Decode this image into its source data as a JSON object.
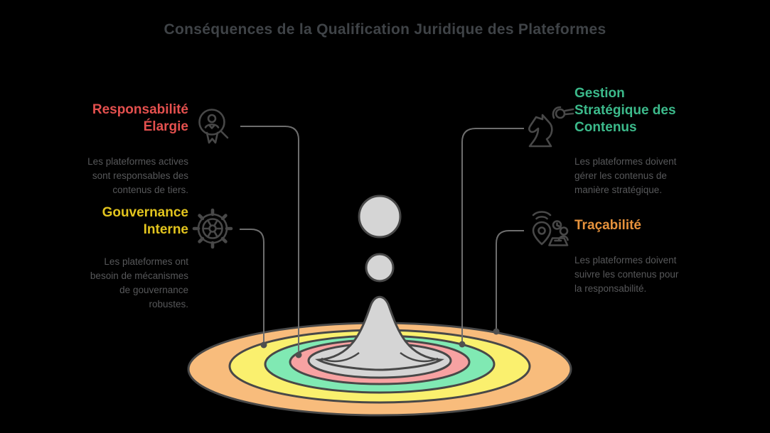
{
  "title": "Conséquences de la Qualification Juridique des Plateformes",
  "colors": {
    "background": "#000000",
    "title_text": "#3F4347",
    "body_text": "#57585A",
    "connector_line": "#6E6E6E",
    "connector_dot": "#4F4F4F",
    "outline": "#484848"
  },
  "sections": [
    {
      "id": "responsabilite-elargie",
      "accent_color": "#E4504E",
      "icon": "person-magnifier-badge-icon",
      "heading_lines": [
        "Responsabilité",
        "Élargie"
      ],
      "body_lines": [
        "Les plateformes actives",
        "sont responsables des",
        "contenus de tiers."
      ]
    },
    {
      "id": "gouvernance-interne",
      "accent_color": "#E2C41E",
      "icon": "gear-wheel-icon",
      "heading_lines": [
        "Gouvernance",
        "Interne"
      ],
      "body_lines": [
        "Les plateformes ont",
        "besoin de mécanismes",
        "de gouvernance",
        "robustes."
      ]
    },
    {
      "id": "gestion-strategique-des-contenus",
      "accent_color": "#3CBA8B",
      "icon": "chess-knight-icon",
      "heading_lines": [
        "Gestion",
        "Stratégique des",
        "Contenus"
      ],
      "body_lines": [
        "Les plateformes doivent",
        "gérer les contenus de",
        "manière stratégique."
      ]
    },
    {
      "id": "tracabilite",
      "accent_color": "#E6923C",
      "icon": "location-tracking-icon",
      "heading_lines": [
        "Traçabilité"
      ],
      "body_lines": [
        "Les plateformes doivent",
        "suivre les contenus pour",
        "la responsabilité."
      ]
    }
  ],
  "splash": {
    "rings": [
      {
        "name": "outer-orange-ring",
        "color": "#F8BC7C"
      },
      {
        "name": "yellow-ring",
        "color": "#FAF06E"
      },
      {
        "name": "green-ring",
        "color": "#80E9B3"
      },
      {
        "name": "pink-ring",
        "color": "#F7A2A2"
      },
      {
        "name": "center-pool",
        "color": "#D5D5D5"
      }
    ],
    "droplet_color": "#D5D5D5"
  }
}
